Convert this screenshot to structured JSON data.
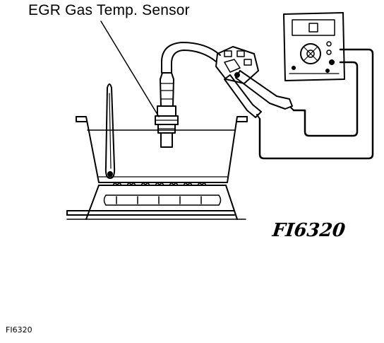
{
  "diagram": {
    "callout_label": "EGR Gas Temp. Sensor",
    "handwritten_code": "FI6320",
    "footer_code": "FI6320"
  },
  "icons": {
    "pot": "water-pot-icon",
    "burner": "gas-burner-icon",
    "thermometer": "thermometer-icon",
    "sensor": "temperature-sensor-icon",
    "connector": "electrical-connector-icon",
    "probes": "test-probe-icon",
    "meter": "ohmmeter-icon"
  },
  "colors": {
    "ink": "#000000",
    "paper": "#ffffff"
  }
}
